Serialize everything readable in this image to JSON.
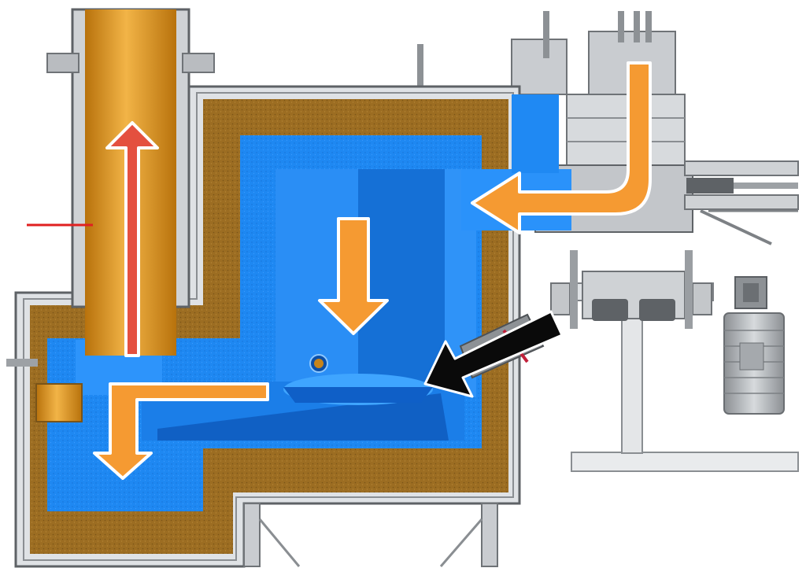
{
  "diagram": {
    "kind": "furnace cross-section with flow arrows",
    "colors": {
      "background": "#ffffff",
      "steel": "#b9bcc0",
      "steel_dark": "#6f7377",
      "steel_light": "#dcdfe2",
      "insulation": "#9c6d22",
      "insulation_dark": "#7a5418",
      "chamber_blue": "#1e88f2",
      "chamber_blue_light": "#3aa0ff",
      "chamber_blue_dark": "#0f5fc7",
      "flue_gold": "#d98f18",
      "flue_gold_light": "#f2b447",
      "arrow_orange": "#f59a32",
      "arrow_red": "#e4503f",
      "arrow_black": "#0a0a0a",
      "marker_red": "#e02020"
    },
    "arrows": [
      {
        "name": "feed-inlet-arrow",
        "color": "orange",
        "direction": "down-then-left"
      },
      {
        "name": "chamber-down-arrow",
        "color": "orange",
        "direction": "down"
      },
      {
        "name": "burner-arrow",
        "color": "black",
        "direction": "down-left"
      },
      {
        "name": "outlet-arrow",
        "color": "orange",
        "direction": "left-then-down"
      },
      {
        "name": "flue-up-arrow",
        "color": "red",
        "direction": "up"
      }
    ],
    "components": [
      "flue-stack",
      "insulation-lining",
      "blue-chamber",
      "feeder-hopper",
      "burner-tube",
      "drive-motor",
      "support-frame"
    ]
  }
}
